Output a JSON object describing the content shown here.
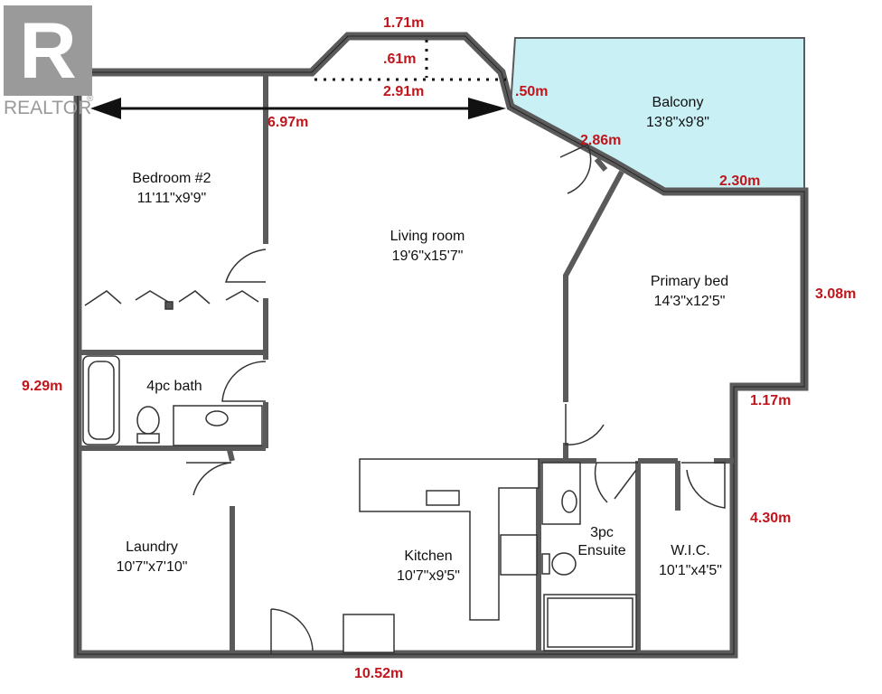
{
  "logo": {
    "letter": "R",
    "text": "REALTOR",
    "reg": "®"
  },
  "rooms": {
    "bedroom2": {
      "name": "Bedroom #2",
      "size": "11'11\"x9'9\""
    },
    "living": {
      "name": "Living room",
      "size": "19'6\"x15'7\""
    },
    "primary": {
      "name": "Primary bed",
      "size": "14'3\"x12'5\""
    },
    "balcony": {
      "name": "Balcony",
      "size": "13'8\"x9'8\""
    },
    "bath4": {
      "name": "4pc bath"
    },
    "laundry": {
      "name": "Laundry",
      "size": "10'7\"x7'10\""
    },
    "kitchen": {
      "name": "Kitchen",
      "size": "10'7\"x9'5\""
    },
    "ensuite": {
      "name_line1": "3pc",
      "name_line2": "Ensuite"
    },
    "wic": {
      "name": "W.I.C.",
      "size": "10'1\"x4'5\""
    }
  },
  "dimensions": {
    "top_bay": "1.71m",
    "bay_depth": ".61m",
    "bay_base": "2.91m",
    "balcony_offset": ".50m",
    "width_arrow": "6.97m",
    "diagonal": "2.86m",
    "balcony_bottom": "2.30m",
    "right_upper": "3.08m",
    "right_step": "1.17m",
    "right_lower": "4.30m",
    "left_height": "9.29m",
    "bottom_width": "10.52m"
  },
  "colors": {
    "wall": "#5a5a5a",
    "balcony_fill": "#c9f0f5",
    "dimension_text": "#c0151b"
  }
}
